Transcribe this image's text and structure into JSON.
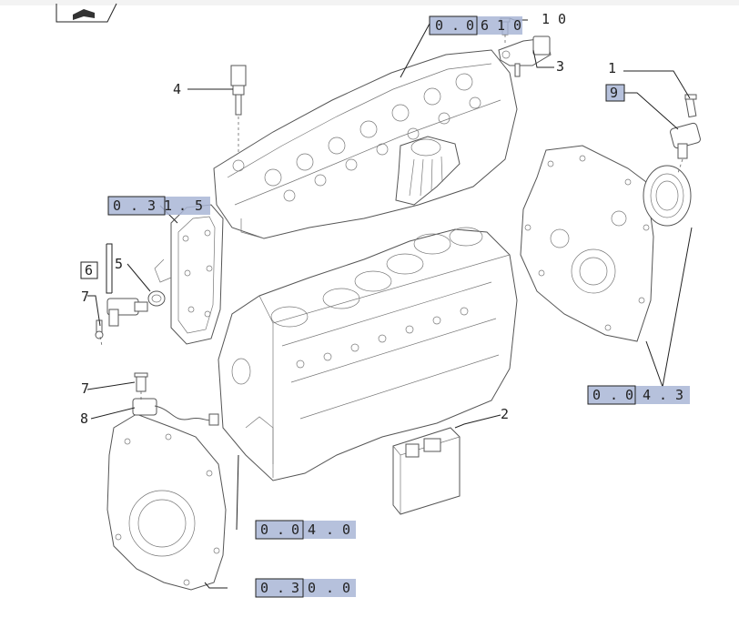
{
  "references": {
    "cylinder_head": [
      "0",
      ".",
      "0",
      "6",
      "1",
      "0"
    ],
    "oil_pan_group": [
      "0",
      ".",
      "3",
      "1",
      ".",
      "5"
    ],
    "timing_cover": [
      "0",
      ".",
      "0",
      "4",
      ".",
      "3"
    ],
    "engine_block": [
      "0",
      ".",
      "0",
      "4",
      ".",
      "0"
    ],
    "flywheel_housing": [
      "0",
      ".",
      "3",
      "0",
      ".",
      "0"
    ]
  },
  "callouts": {
    "c1": "1",
    "c2": "2",
    "c3": "3",
    "c4": "4",
    "c5": "5",
    "c6": "6",
    "c7a": "7",
    "c7b": "7",
    "c8": "8",
    "c9": "9",
    "c10": "1 0"
  },
  "colors": {
    "highlight": "#a9b6d6",
    "line": "#555555",
    "text": "#222222"
  },
  "icons": {
    "header_icon": "book-icon"
  }
}
